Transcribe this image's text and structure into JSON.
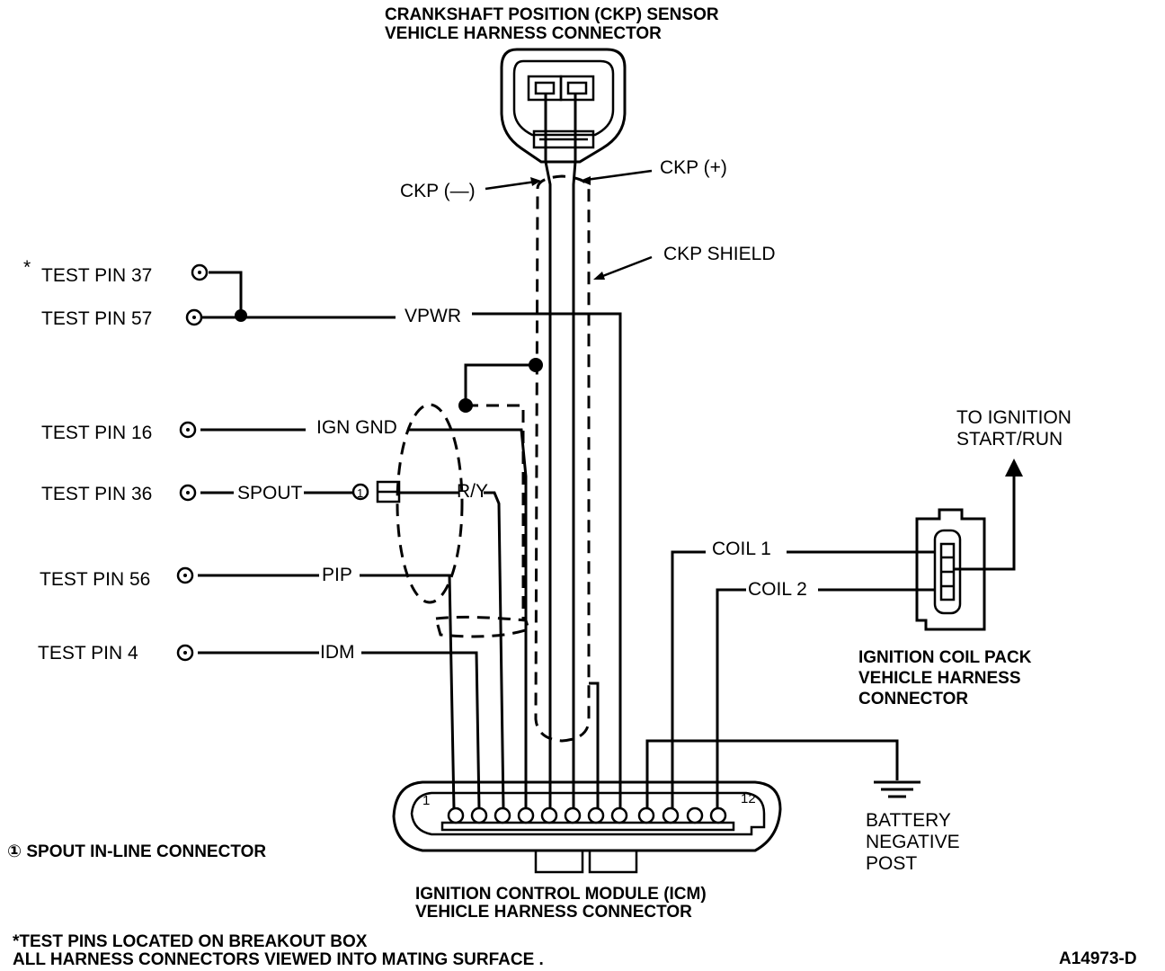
{
  "ckp_connector_title": [
    "CRANKSHAFT POSITION (CKP) SENSOR",
    "VEHICLE HARNESS CONNECTOR"
  ],
  "wire_labels": {
    "ckp_minus": "CKP (—)",
    "ckp_plus": "CKP (+)",
    "ckp_shield": "CKP SHIELD",
    "vpwr": "VPWR",
    "ign_gnd": "IGN GND",
    "spout": "SPOUT",
    "ry": "R/Y",
    "pip": "PIP",
    "idm": "IDM",
    "coil1": "COIL 1",
    "coil2": "COIL 2"
  },
  "test_pins": {
    "asterisk": "*",
    "p37": "TEST PIN 37",
    "p57": "TEST PIN 57",
    "p16": "TEST PIN 16",
    "p36": "TEST PIN 36",
    "p56": "TEST PIN 56",
    "p4": "TEST PIN 4"
  },
  "inline_marker": "①",
  "ignition": [
    "TO IGNITION",
    "START/RUN"
  ],
  "coil_pack_title": [
    "IGNITION COIL PACK",
    "VEHICLE HARNESS",
    "CONNECTOR"
  ],
  "battery": [
    "BATTERY",
    "NEGATIVE",
    "POST"
  ],
  "icm_pin_first": "1",
  "icm_pin_last": "12",
  "icm_title": [
    "IGNITION CONTROL MODULE (ICM)",
    "VEHICLE HARNESS CONNECTOR"
  ],
  "legend_spout": "① SPOUT IN-LINE CONNECTOR",
  "footnotes": [
    "*TEST PINS LOCATED ON BREAKOUT BOX",
    "ALL HARNESS CONNECTORS VIEWED INTO MATING SURFACE ."
  ],
  "figure_id": "A14973-D"
}
